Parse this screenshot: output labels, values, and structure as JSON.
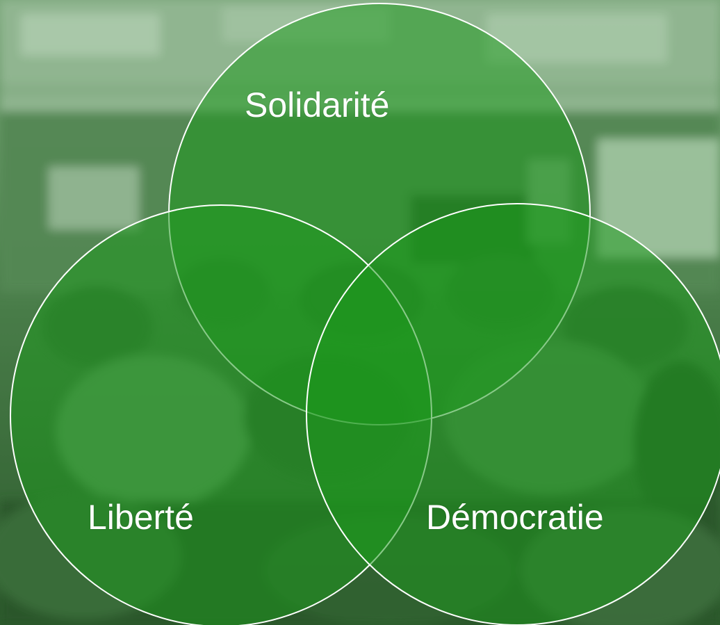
{
  "diagram": {
    "type": "venn",
    "sets": [
      {
        "id": "top",
        "label": "Solidarité"
      },
      {
        "id": "left",
        "label": "Liberté"
      },
      {
        "id": "right",
        "label": "Démocratie"
      }
    ]
  },
  "colors": {
    "circle_fill": "#1c9a1c",
    "circle_stroke": "#ffffff",
    "background_tint": "#3e7a3e"
  }
}
